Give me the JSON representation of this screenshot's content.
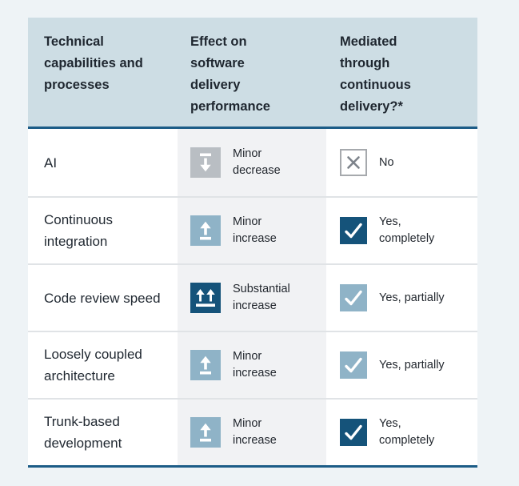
{
  "colors": {
    "page_bg": "#eef3f6",
    "header_bg": "#cddde4",
    "accent_border": "#1c5c87",
    "dark_blue": "#15537a",
    "light_blue": "#8fb3c7",
    "gray": "#b9bec3",
    "no_border": "#a6a9ad",
    "no_x": "#7d838b",
    "mid_column_bg": "#f1f2f4",
    "text_dark": "#1f2730"
  },
  "chart_data": {
    "type": "table",
    "columns": [
      "Technical capabilities and processes",
      "Effect on software delivery performance",
      "Mediated through continuous delivery?*"
    ],
    "rows": [
      {
        "capability": "AI",
        "effect": "Minor decrease",
        "effect_icon": "minor-decrease",
        "mediated": "No",
        "mediated_icon": "no"
      },
      {
        "capability": "Continuous integration",
        "effect": "Minor increase",
        "effect_icon": "minor-increase",
        "mediated": "Yes, completely",
        "mediated_icon": "yes-completely"
      },
      {
        "capability": "Code review speed",
        "effect": "Substantial increase",
        "effect_icon": "substantial-increase",
        "mediated": "Yes, partially",
        "mediated_icon": "yes-partially"
      },
      {
        "capability": "Loosely coupled architecture",
        "effect": "Minor increase",
        "effect_icon": "minor-increase",
        "mediated": "Yes, partially",
        "mediated_icon": "yes-partially"
      },
      {
        "capability": "Trunk-based development",
        "effect": "Minor increase",
        "effect_icon": "minor-increase",
        "mediated": "Yes, completely",
        "mediated_icon": "yes-completely"
      }
    ]
  }
}
